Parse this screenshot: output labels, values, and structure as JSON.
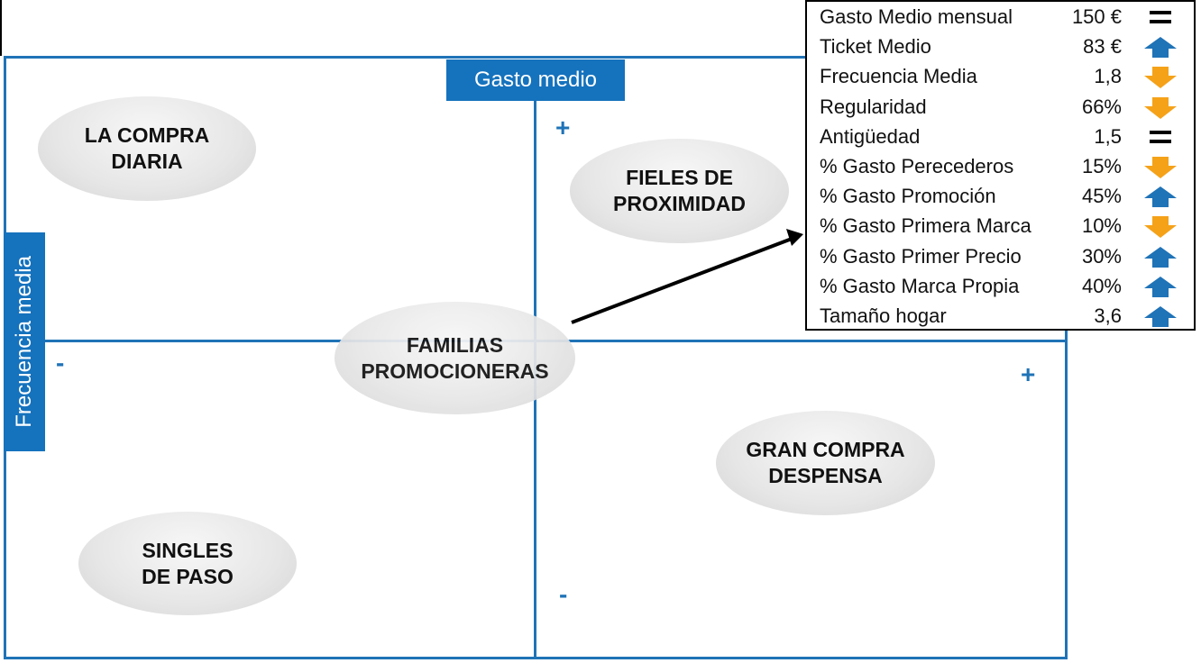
{
  "axes": {
    "top_label": "Gasto medio",
    "left_label": "Frecuencia media"
  },
  "signs": {
    "top_plus": "+",
    "left_minus": "-",
    "right_plus": "+",
    "bottom_minus": "-"
  },
  "segments": {
    "la_compra_diaria": "LA COMPRA\nDIARIA",
    "fieles_de_proximidad": "FIELES DE\nPROXIMIDAD",
    "familias_promocioneras": "FAMILIAS\nPROMOCIONERAS",
    "gran_compra_despensa": "GRAN COMPRA\nDESPENSA",
    "singles_de_paso": "SINGLES\nDE PASO"
  },
  "legend": {
    "rows": [
      {
        "label": "Gasto Medio mensual",
        "value": "150 €",
        "indicator": "equal-icon"
      },
      {
        "label": "Ticket Medio",
        "value": "83 €",
        "indicator": "arrow-up-icon"
      },
      {
        "label": "Frecuencia Media",
        "value": "1,8",
        "indicator": "arrow-down-icon"
      },
      {
        "label": "Regularidad",
        "value": "66%",
        "indicator": "arrow-down-icon"
      },
      {
        "label": "Antigüedad",
        "value": "1,5",
        "indicator": "equal-icon"
      },
      {
        "label": "% Gasto Perecederos",
        "value": "15%",
        "indicator": "arrow-down-icon"
      },
      {
        "label": "% Gasto Promoción",
        "value": "45%",
        "indicator": "arrow-up-icon"
      },
      {
        "label": "% Gasto Primera Marca",
        "value": "10%",
        "indicator": "arrow-down-icon"
      },
      {
        "label": "% Gasto Primer Precio",
        "value": "30%",
        "indicator": "arrow-up-icon"
      },
      {
        "label": "% Gasto Marca Propia",
        "value": "40%",
        "indicator": "arrow-up-icon"
      },
      {
        "label": "Tamaño hogar",
        "value": "3,6",
        "indicator": "arrow-up-icon"
      }
    ]
  },
  "colors": {
    "axis_blue": "#1f73b7",
    "arrow_up_blue": "#1f73b7",
    "arrow_down_orange": "#f5a219"
  }
}
